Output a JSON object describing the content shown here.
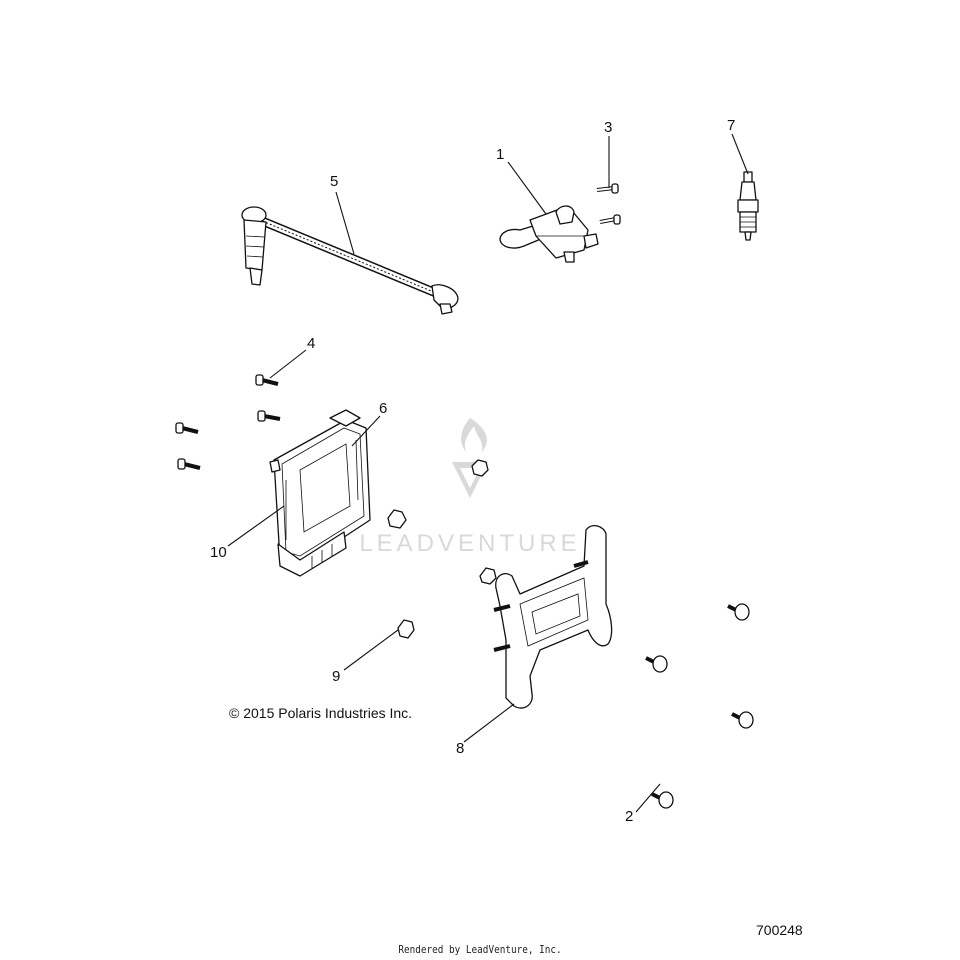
{
  "callouts": [
    {
      "id": "1",
      "label": "1"
    },
    {
      "id": "2",
      "label": "2"
    },
    {
      "id": "3",
      "label": "3"
    },
    {
      "id": "4",
      "label": "4"
    },
    {
      "id": "5",
      "label": "5"
    },
    {
      "id": "6",
      "label": "6"
    },
    {
      "id": "7",
      "label": "7"
    },
    {
      "id": "8",
      "label": "8"
    },
    {
      "id": "9",
      "label": "9"
    },
    {
      "id": "10",
      "label": "10"
    }
  ],
  "copyright": "© 2015 Polaris Industries Inc.",
  "drawing_number": "700248",
  "rendered_by": "Rendered by LeadVenture, Inc.",
  "watermark": {
    "text": "LEADVENTURE",
    "icon": "flame-logo-icon",
    "color": "#d9d9d9"
  }
}
